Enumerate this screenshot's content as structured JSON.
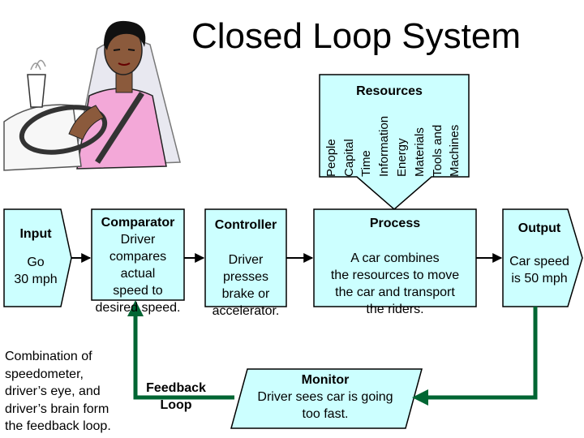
{
  "title": "Closed Loop System",
  "resources": {
    "title": "Resources",
    "items": [
      "People",
      "Capital",
      "Time",
      "Information",
      "Energy",
      "Materials",
      "Tools and",
      "Machines"
    ]
  },
  "input": {
    "title": "Input",
    "lines": [
      "Go",
      "30 mph"
    ]
  },
  "comparator": {
    "title": "Comparator",
    "lines": [
      "Driver",
      "compares",
      "actual",
      "speed to",
      "desired speed."
    ]
  },
  "controller": {
    "title": "Controller",
    "lines": [
      "Driver",
      "presses",
      "brake or",
      "accelerator."
    ]
  },
  "process": {
    "title": "Process",
    "lines": [
      "A car combines",
      "the resources to move",
      "the car and transport",
      "the riders."
    ]
  },
  "output": {
    "title": "Output",
    "lines": [
      "Car speed",
      "is 50 mph"
    ]
  },
  "monitor": {
    "title": "Monitor",
    "lines": [
      "Driver sees car is going",
      "too fast."
    ]
  },
  "feedback_label": {
    "lines": [
      "Feedback",
      "Loop"
    ]
  },
  "feedback_note": {
    "lines": [
      "Combination of",
      "speedometer,",
      "driver’s eye, and",
      "driver’s brain form",
      "the feedback loop."
    ]
  },
  "colors": {
    "box_fill": "#ccffff",
    "line": "#000000",
    "loop_arrow": "#006633",
    "skin": "#8b5a3c",
    "shirt": "#f3a8d8"
  }
}
